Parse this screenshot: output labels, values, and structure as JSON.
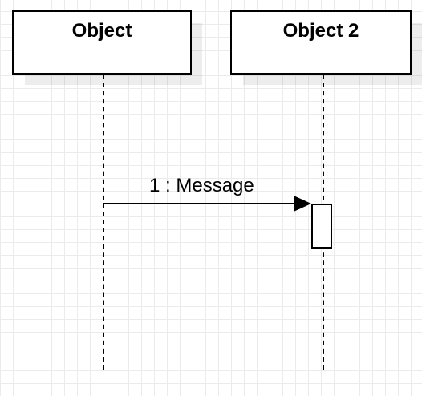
{
  "diagram": {
    "objects": [
      {
        "label": "Object"
      },
      {
        "label": "Object 2"
      }
    ],
    "messages": [
      {
        "label": "1 : Message",
        "from": "Object",
        "to": "Object 2"
      }
    ]
  },
  "colors": {
    "line": "#000000",
    "grid": "#ebebeb",
    "background": "#ffffff"
  }
}
